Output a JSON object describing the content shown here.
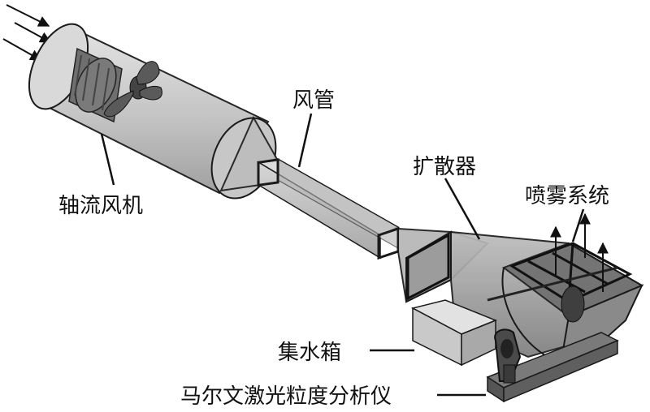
{
  "labels": {
    "axial_fan": "轴流风机",
    "duct": "风管",
    "diffuser": "扩散器",
    "spray_system": "喷雾系统",
    "water_tank": "集水箱",
    "laser_analyzer": "马尔文激光粒度分析仪"
  },
  "colors": {
    "outline": "#1a1a1a",
    "glass": "#bfbfbf",
    "glass_dark": "#8c8c8c",
    "metal": "#5a5a5a",
    "text": "#111111"
  }
}
